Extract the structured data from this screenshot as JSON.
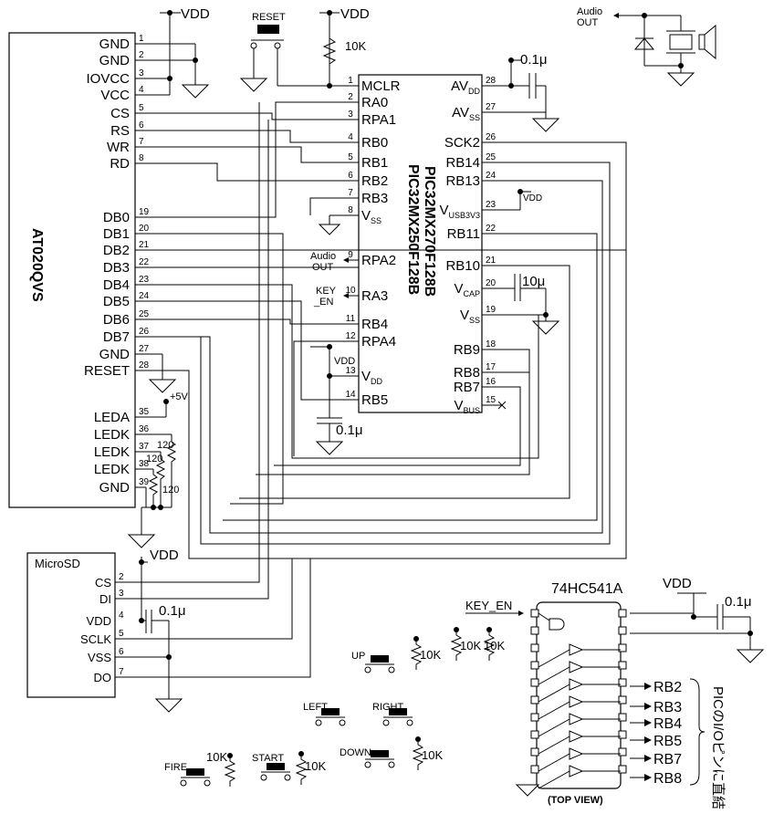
{
  "vdd": "VDD",
  "plus5v": "+5V",
  "lcd": {
    "name": "AT020QVS",
    "left_pins": [
      {
        "name": "GND",
        "num": "1"
      },
      {
        "name": "GND",
        "num": "2"
      },
      {
        "name": "IOVCC",
        "num": "3"
      },
      {
        "name": "VCC",
        "num": "4"
      },
      {
        "name": "CS",
        "num": "5"
      },
      {
        "name": "RS",
        "num": "6"
      },
      {
        "name": "WR",
        "num": "7"
      },
      {
        "name": "RD",
        "num": "8"
      },
      {
        "name": "DB0",
        "num": "19"
      },
      {
        "name": "DB1",
        "num": "20"
      },
      {
        "name": "DB2",
        "num": "21"
      },
      {
        "name": "DB3",
        "num": "22"
      },
      {
        "name": "DB4",
        "num": "23"
      },
      {
        "name": "DB5",
        "num": "24"
      },
      {
        "name": "DB6",
        "num": "25"
      },
      {
        "name": "DB7",
        "num": "26"
      },
      {
        "name": "GND",
        "num": "27"
      },
      {
        "name": "RESET",
        "num": "28"
      },
      {
        "name": "LEDA",
        "num": "35"
      },
      {
        "name": "LEDK",
        "num": "36"
      },
      {
        "name": "LEDK",
        "num": "37"
      },
      {
        "name": "LEDK",
        "num": "38"
      },
      {
        "name": "GND",
        "num": "39"
      }
    ],
    "res_a": "120",
    "res_b": "120",
    "res_c": "120"
  },
  "pic": {
    "name1": "PIC32MX250F128B",
    "name2": "PIC32MX270F128B",
    "left_pins": [
      {
        "name": "MCLR",
        "num": "1"
      },
      {
        "name": "RA0",
        "num": "2"
      },
      {
        "name": "RPA1",
        "num": "3"
      },
      {
        "name": "RB0",
        "num": "4"
      },
      {
        "name": "RB1",
        "num": "5"
      },
      {
        "name": "RB2",
        "num": "6"
      },
      {
        "name": "RB3",
        "num": "7"
      },
      {
        "name": "V",
        "sub": "SS",
        "num": "8"
      },
      {
        "name": "RPA2",
        "num": "9"
      },
      {
        "name": "RA3",
        "num": "10"
      },
      {
        "name": "RB4",
        "num": "11"
      },
      {
        "name": "RPA4",
        "num": "12"
      },
      {
        "name": "V",
        "sub": "DD",
        "num": "13"
      },
      {
        "name": "RB5",
        "num": "14"
      }
    ],
    "right_pins": [
      {
        "name": "AV",
        "sub": "DD",
        "num": "28"
      },
      {
        "name": "AV",
        "sub": "SS",
        "num": "27"
      },
      {
        "name": "SCK2",
        "num": "26"
      },
      {
        "name": "RB14",
        "num": "25"
      },
      {
        "name": "RB13",
        "num": "24"
      },
      {
        "name": "V",
        "sub": "USB3V3",
        "num": "23"
      },
      {
        "name": "RB11",
        "num": "22"
      },
      {
        "name": "RB10",
        "num": "21"
      },
      {
        "name": "V",
        "sub": "CAP",
        "num": "20"
      },
      {
        "name": "V",
        "sub": "SS",
        "num": "19"
      },
      {
        "name": "RB9",
        "num": "18"
      },
      {
        "name": "RB8",
        "num": "17"
      },
      {
        "name": "RB7",
        "num": "16"
      },
      {
        "name": "V",
        "sub": "BUS",
        "num": "15"
      }
    ]
  },
  "reset_switch": "RESET",
  "res_10k": "10K",
  "cap_01u": "0.1μ",
  "cap_10u": "10μ",
  "audio_out": {
    "line1": "Audio",
    "line2": "OUT"
  },
  "key_en": {
    "line1": "KEY",
    "line2": "_EN"
  },
  "microsd": {
    "name": "MicroSD",
    "pins": [
      {
        "name": "CS",
        "num": "2"
      },
      {
        "name": "DI",
        "num": "3"
      },
      {
        "name": "VDD",
        "num": "4"
      },
      {
        "name": "SCLK",
        "num": "5"
      },
      {
        "name": "VSS",
        "num": "6"
      },
      {
        "name": "DO",
        "num": "7"
      }
    ]
  },
  "buffer": {
    "name": "74HC541A",
    "enable": "KEY_EN",
    "top_view": "(TOP VIEW)",
    "outputs": [
      "RB2",
      "RB3",
      "RB4",
      "RB5",
      "RB7",
      "RB8"
    ]
  },
  "buttons": {
    "up": "UP",
    "left": "LEFT",
    "right": "RIGHT",
    "down": "DOWN",
    "fire": "FIRE",
    "start": "START"
  },
  "note": "PICのI/Oピンに直結"
}
